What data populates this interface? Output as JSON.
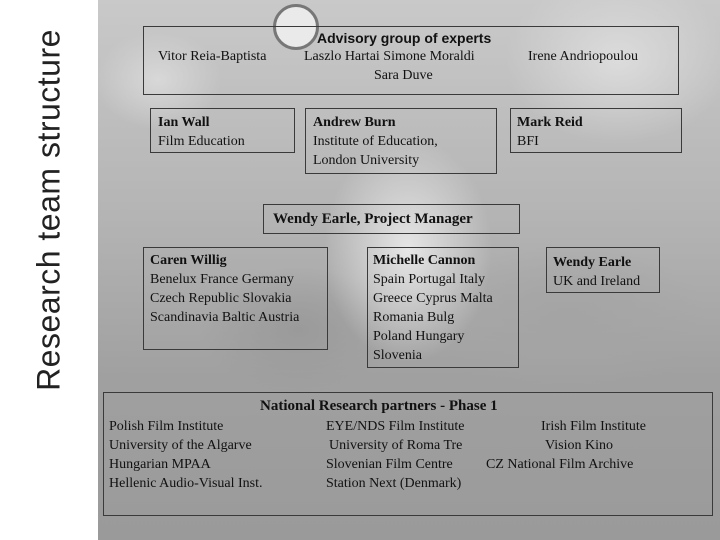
{
  "side_title": "Research team structure",
  "advisory": {
    "title": "Advisory group of experts",
    "member_left": "Vitor Reia-Baptista",
    "members_center_1": "Laszlo Hartai   Simone Moraldi",
    "members_center_2": "Sara Duve",
    "member_right": "Irene Andriopoulou"
  },
  "partners_top": [
    {
      "name": "Ian Wall",
      "org": "Film Education"
    },
    {
      "name": "Andrew Burn",
      "org": "Institute of Education,",
      "org2": "London University"
    },
    {
      "name": "Mark Reid",
      "org": "BFI"
    }
  ],
  "manager": "Wendy Earle, Project Manager",
  "regions": [
    {
      "name": "Caren Willig",
      "lines": [
        "Benelux France  Germany",
        "Czech Republic  Slovakia",
        "Scandinavia Baltic Austria"
      ]
    },
    {
      "name": "Michelle Cannon",
      "lines": [
        "Spain Portugal Italy",
        "Greece Cyprus Malta",
        "Romania Bulg",
        "Poland Hungary",
        "Slovenia"
      ]
    },
    {
      "name": "Wendy Earle",
      "lines": [
        "UK and Ireland"
      ]
    }
  ],
  "national": {
    "title": "National Research partners - Phase 1",
    "col1": [
      "Polish Film Institute",
      "University of the Algarve",
      "Hungarian MPAA",
      "Hellenic Audio-Visual Inst."
    ],
    "col2": [
      "EYE/NDS Film Institute",
      "University of Roma Tre",
      "Slovenian Film Centre",
      "Station Next (Denmark)"
    ],
    "col3": [
      "Irish Film Institute",
      "Vision Kino",
      "CZ National Film Archive"
    ]
  }
}
